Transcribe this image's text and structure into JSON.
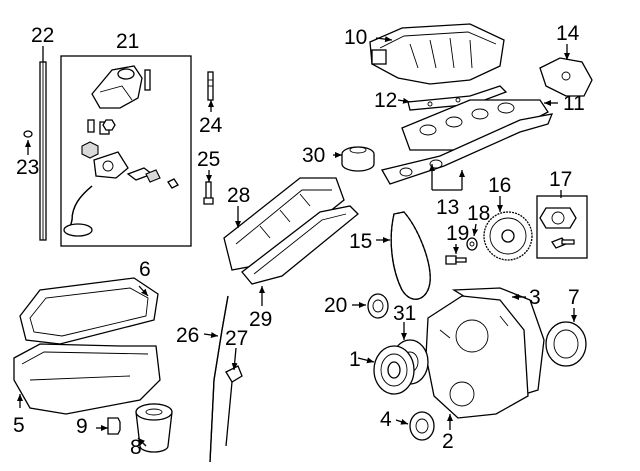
{
  "diagram": {
    "callouts": {
      "c1": "1",
      "c2": "2",
      "c3": "3",
      "c4": "4",
      "c5": "5",
      "c6": "6",
      "c7": "7",
      "c8": "8",
      "c9": "9",
      "c10": "10",
      "c11": "11",
      "c12": "12",
      "c13": "13",
      "c14": "14",
      "c15": "15",
      "c16": "16",
      "c17": "17",
      "c18": "18",
      "c19": "19",
      "c20": "20",
      "c21": "21",
      "c22": "22",
      "c23": "23",
      "c24": "24",
      "c25": "25",
      "c26": "26",
      "c27": "27",
      "c28": "28",
      "c29": "29",
      "c30": "30",
      "c31": "31"
    },
    "colors": {
      "line": "#000000",
      "background": "#ffffff",
      "shade": "#d9d9d9"
    }
  }
}
